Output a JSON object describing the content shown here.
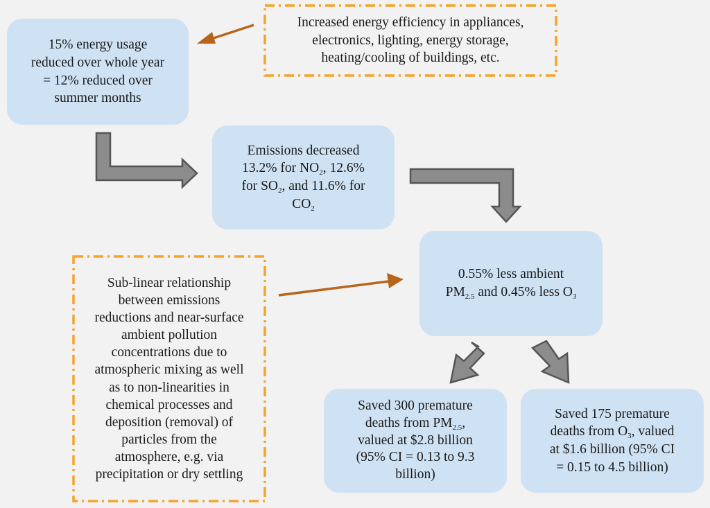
{
  "boxes": {
    "energy": {
      "lines": [
        "15% energy usage",
        "reduced over whole year",
        "= 12% reduced over",
        "summer months"
      ]
    },
    "emissions": {
      "line1": "Emissions decreased",
      "line2_a": "13.2% for NO",
      "line2_sub": "2",
      "line2_b": ", 12.6%",
      "line3_a": "for SO",
      "line3_sub": "2",
      "line3_b": ", and 11.6% for",
      "line4_a": "CO",
      "line4_sub": "2"
    },
    "ambient": {
      "line1": "0.55% less ambient",
      "line2_a": "PM",
      "line2_sub": "2.5",
      "line2_b": " and 0.45% less O",
      "line2_sub2": "3"
    },
    "pm_deaths": {
      "line1": "Saved 300 premature",
      "line2_a": "deaths from PM",
      "line2_sub": "2.5",
      "line2_b": ",",
      "line3": "valued at $2.8 billion",
      "line4": "(95% CI = 0.13 to 9.3",
      "line5": "billion)"
    },
    "o3_deaths": {
      "line1": "Saved 175 premature",
      "line2_a": "deaths from O",
      "line2_sub": "3",
      "line2_b": ", valued",
      "line3": "at $1.6 billion (95% CI",
      "line4": "= 0.15 to 4.5 billion)"
    }
  },
  "notes": {
    "efficiency": {
      "lines": [
        "Increased energy efficiency in appliances,",
        "electronics, lighting, energy storage,",
        "heating/cooling of buildings, etc."
      ]
    },
    "sublinear": {
      "lines": [
        "Sub-linear relationship",
        "between emissions",
        "reductions and near-surface",
        "ambient pollution",
        "concentrations due to",
        "atmospheric mixing as well",
        "as to non-linearities in",
        "chemical processes and",
        "deposition (removal) of",
        "particles from the",
        "atmosphere, e.g. via",
        "precipitation or dry settling"
      ]
    }
  },
  "colors": {
    "box_fill": "#cfe2f3",
    "note_border": "#f6a328",
    "thin_arrow": "#b8651b",
    "block_arrow_fill": "#8c8c8c",
    "block_arrow_stroke": "#555555",
    "background": "#f2f2f2"
  }
}
